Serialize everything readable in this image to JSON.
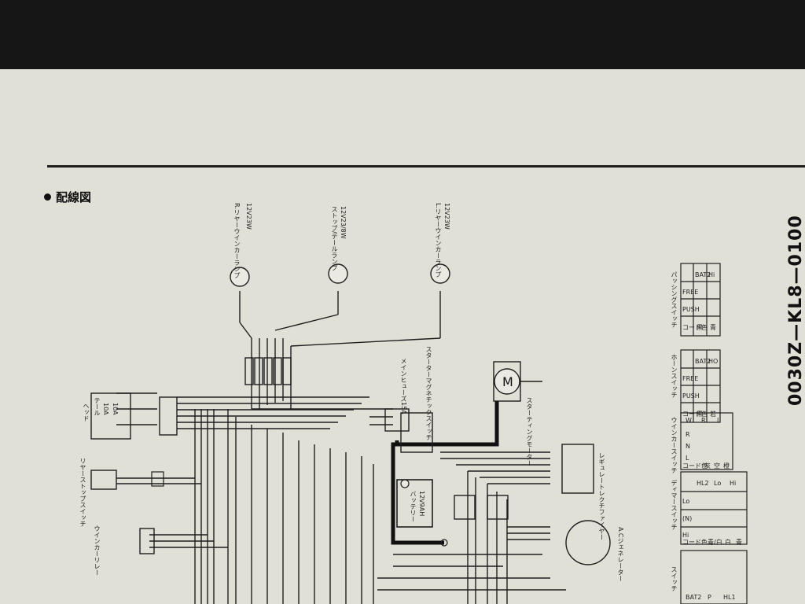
{
  "section_title": "配線図",
  "part_number": "0030Z—KL8—0100",
  "labels": {
    "rear_winker_r": "R.リヤーウインカーランプ",
    "rear_winker_r_spec": "12V23W",
    "stop_tail": "ストップ/テールランプ",
    "stop_tail_spec": "12V23/8W",
    "rear_winker_l": "L.リヤーウインカーランプ",
    "rear_winker_l_spec": "12V23W",
    "main_fuse": "メインヒューズ15A",
    "starter_magnetic_switch": "スターターマグネチックスイッチ",
    "starting_motor": "スターティングモーター",
    "motor_symbol": "M",
    "regulator_rectifier": "レギュレートレクチファイヤー",
    "battery": "バッテリー",
    "battery_spec": "12V9AH",
    "ac_generator": "A.Cジェネレーター",
    "fuse_box_head": "ヘッド",
    "fuse_box_tail": "テール",
    "fuse_10a_1": "10A",
    "fuse_10a_2": "10A",
    "rear_stop_switch": "リヤーストップスイッチ",
    "winker_relay": "ウインカーリレー"
  },
  "switch_tables": [
    {
      "name": "パッシングスイッチ",
      "cols": [
        "BAT2",
        "Hi"
      ],
      "rows": [
        "FREE",
        "PUSH"
      ],
      "color_row": [
        "コード色",
        "黒",
        "青"
      ]
    },
    {
      "name": "ホーンスイッチ",
      "cols": [
        "BAT2",
        "HO"
      ],
      "rows": [
        "FREE",
        "PUSH"
      ],
      "color_row": [
        "コード色",
        "黒",
        "若"
      ]
    },
    {
      "name": "ウインカースイッチ",
      "cols": [
        "W",
        "R",
        "L"
      ],
      "rows": [
        "R",
        "N",
        "L"
      ],
      "color_row": [
        "コード色",
        "灰",
        "空",
        "橙"
      ]
    },
    {
      "name": "ディマースイッチ",
      "cols": [
        "HL2",
        "Lo",
        "Hi"
      ],
      "rows": [
        "Lo",
        "(N)",
        "Hi"
      ],
      "color_row": [
        "コード色",
        "青/白",
        "白",
        "青"
      ]
    },
    {
      "name": "スイッチ",
      "cols": [
        "BAT2",
        "P",
        "HL1"
      ],
      "rows": [],
      "color_row": []
    }
  ],
  "colors": {
    "paper": "#e1e0d7",
    "ink": "#1e1e1e",
    "background": "#161616"
  }
}
